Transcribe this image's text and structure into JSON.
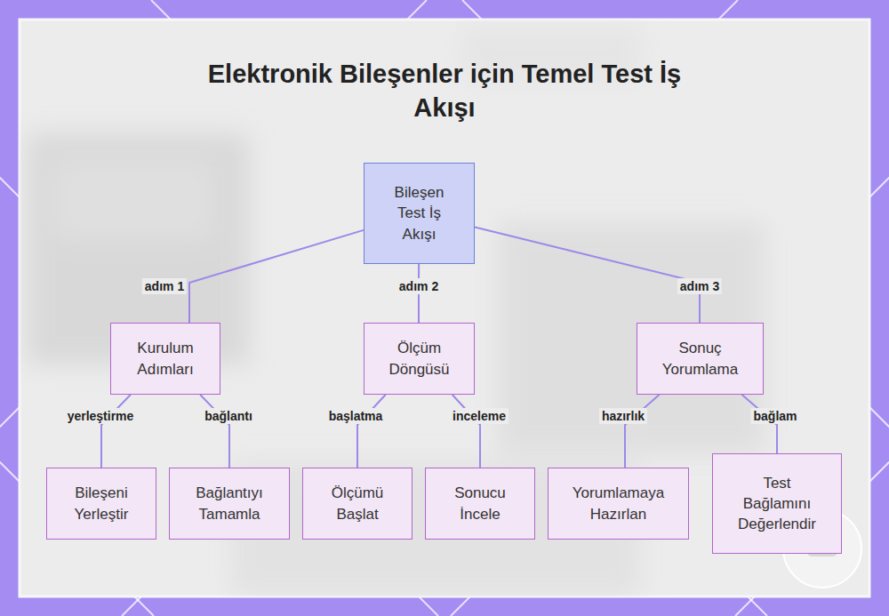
{
  "diagram": {
    "title": "Elektronik Bileşenler için Temel Test İş Akışı",
    "nodes": [
      {
        "text": [
          "Bileşen Test İş Akışı"
        ]
      },
      {
        "text": [
          "Kurulum Adımları"
        ]
      },
      {
        "text": [
          "Ölçüm Döngüsü"
        ]
      },
      {
        "text": [
          "Sonuç Yorumlama"
        ]
      },
      {
        "text": [
          "Bileşeni Yerleştir"
        ]
      },
      {
        "text": [
          "Bağlantıyı Tamamla"
        ]
      },
      {
        "text": [
          "Ölçümü Başlat"
        ]
      },
      {
        "text": [
          "Sonucu İncele"
        ]
      },
      {
        "text": [
          "Yorumlamaya Hazırlan"
        ]
      },
      {
        "text": [
          "Test Bağlamını Değerlendir"
        ]
      }
    ],
    "edges": [
      {
        "from": 0,
        "to": 1,
        "label": "adım 1",
        "arrow": "none"
      },
      {
        "from": 0,
        "to": 2,
        "label": "adım 2",
        "arrow": "none"
      },
      {
        "from": 0,
        "to": 3,
        "label": "adım 3",
        "arrow": "none"
      },
      {
        "from": 1,
        "to": 4,
        "label": "yerleştirme",
        "arrow": "none"
      },
      {
        "from": 1,
        "to": 5,
        "label": "bağlantı",
        "arrow": "none"
      },
      {
        "from": 2,
        "to": 6,
        "label": "başlatma",
        "arrow": "none"
      },
      {
        "from": 2,
        "to": 7,
        "label": "inceleme",
        "arrow": "none"
      },
      {
        "from": 3,
        "to": 8,
        "label": "hazırlık",
        "arrow": "none"
      },
      {
        "from": 3,
        "to": 9,
        "label": "bağlam",
        "arrow": "none"
      }
    ]
  }
}
